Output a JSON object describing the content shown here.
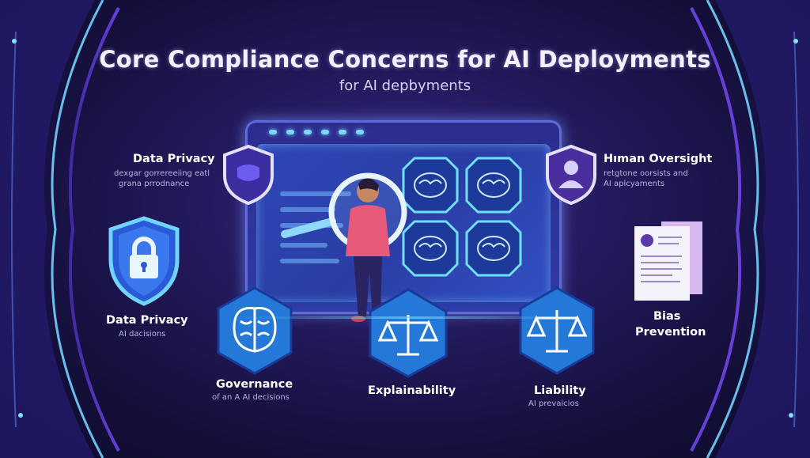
{
  "title": "Core Compliance Concerns for AI Deployments",
  "subtitle": "for AI depbyments",
  "labels": {
    "data_privacy_top": {
      "heading": "Data Privacy",
      "line1": "dexgar gorrereeiing eatl",
      "line2": "grana prrodnance"
    },
    "human_oversight": {
      "heading": "Hıman Oversight",
      "line1": "retgtone oorsists and",
      "line2": "AI aplcyaments"
    },
    "data_privacy_left": {
      "heading": "Data Privacy",
      "line1": "AI dacisions"
    },
    "bias_prevention": {
      "heading_line1": "Bias",
      "heading_line2": "Prevention"
    },
    "governance": {
      "heading": "Governance",
      "line1": "of an A AI decisions"
    },
    "explainability": {
      "heading": "Explainability"
    },
    "liability": {
      "heading": "Liability",
      "line1": "AI prevaicios"
    }
  },
  "icons": [
    "shield-mask-icon",
    "shield-person-icon",
    "shield-lock-icon",
    "document-icon",
    "brain-icon",
    "scales-icon",
    "magnifier-icon"
  ],
  "colors": {
    "accent_cyan": "#5fd4ff",
    "accent_purple": "#8a5cff",
    "background": "#1a1450"
  }
}
